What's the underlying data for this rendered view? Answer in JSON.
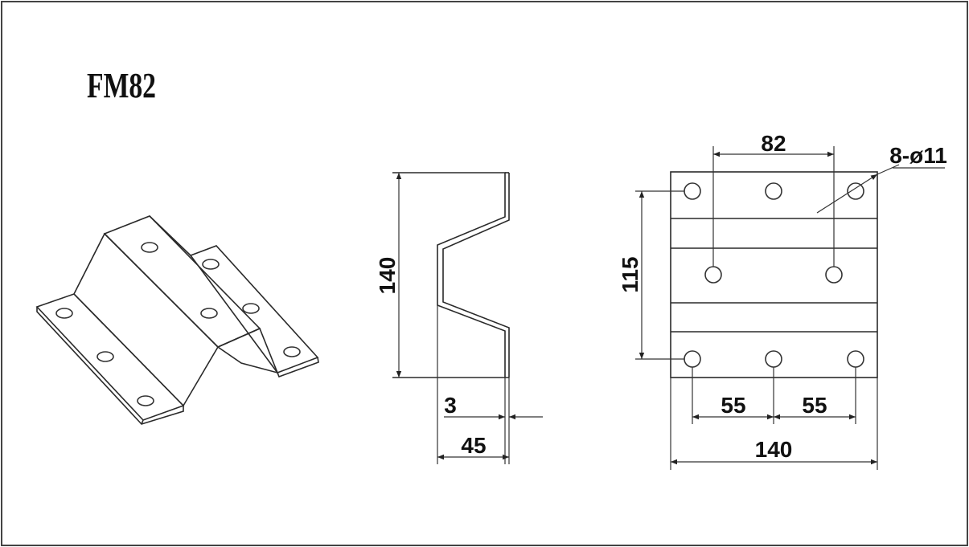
{
  "title": "FM82",
  "side_view": {
    "height_label": "140",
    "thickness_label": "3",
    "depth_label": "45"
  },
  "plan_view": {
    "top_spacing_label": "82",
    "hole_spec_label": "8-ø11",
    "height_label": "115",
    "spacing_left_label": "55",
    "spacing_right_label": "55",
    "width_label": "140"
  }
}
